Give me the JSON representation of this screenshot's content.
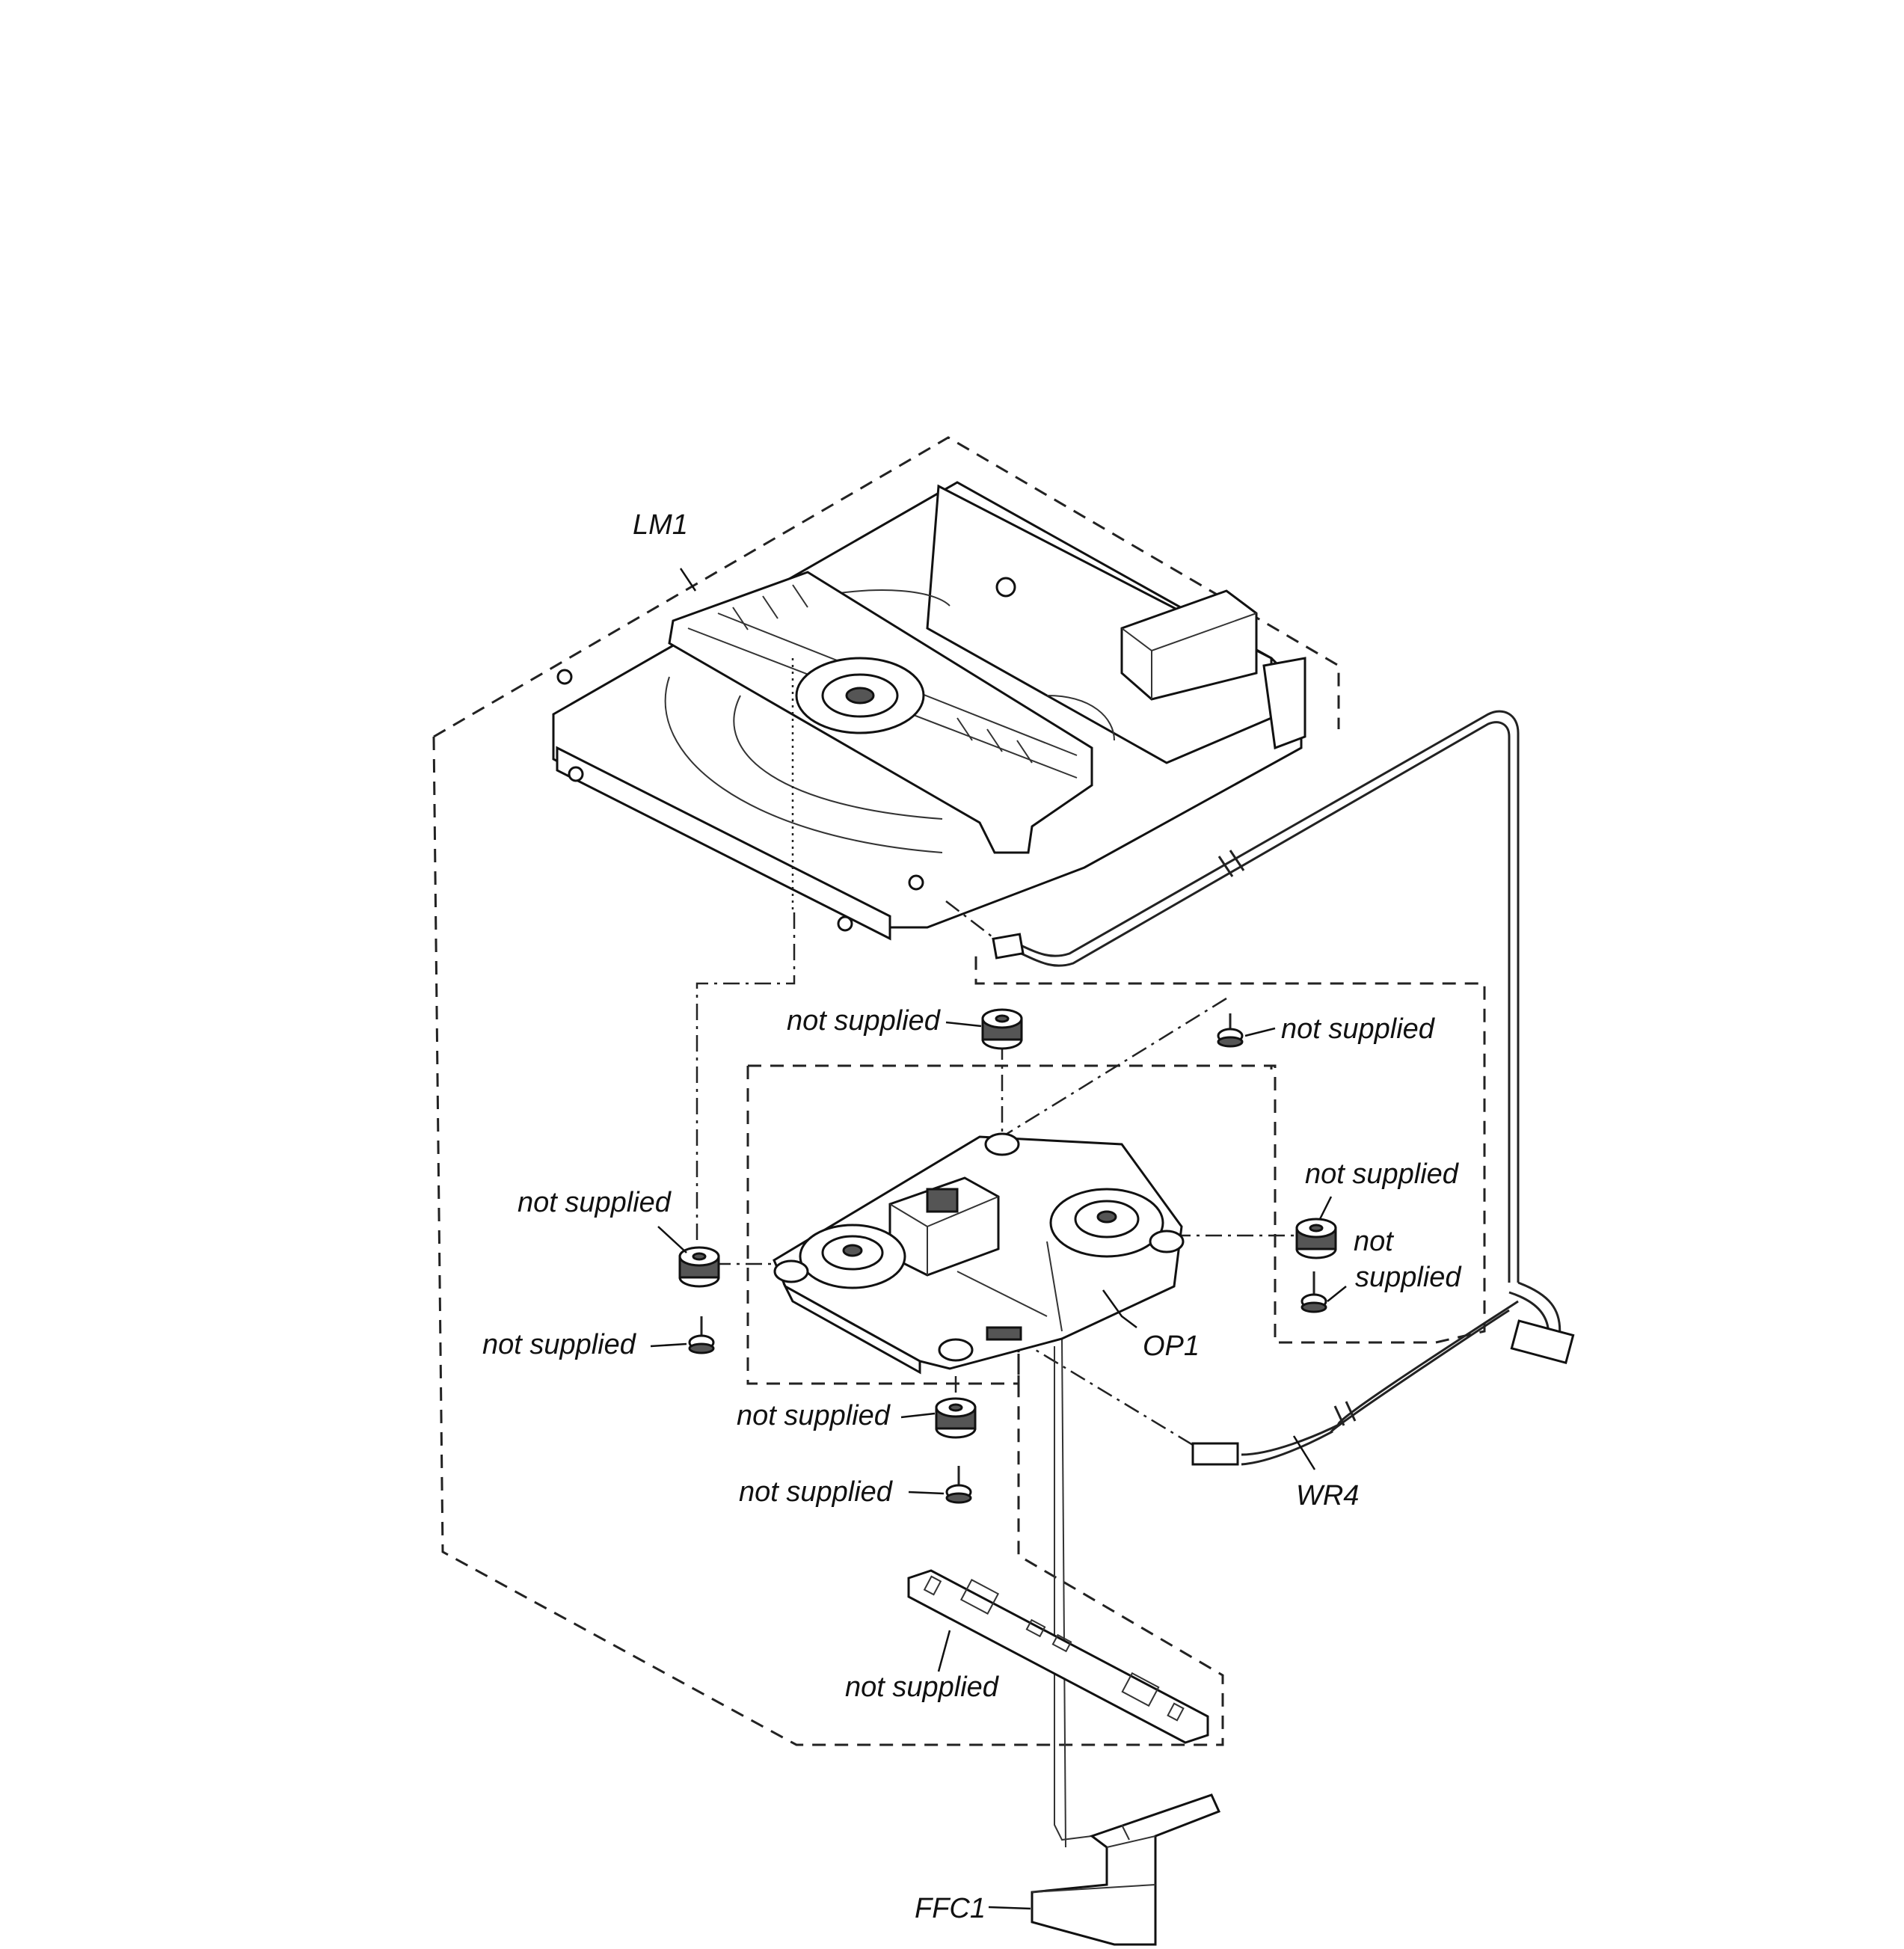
{
  "labels": {
    "lm1": "LM1",
    "op1": "OP1",
    "wr4": "WR4",
    "ffc1": "FFC1",
    "ns_top_cushion": "not supplied",
    "ns_top_screw": "not supplied",
    "ns_left_cushion": "not supplied",
    "ns_left_screw": "not supplied",
    "ns_right_cushion": "not supplied",
    "ns_right_screw_line1": "not",
    "ns_right_screw_line2": "supplied",
    "ns_bottom_cushion": "not supplied",
    "ns_bottom_screw": "not supplied",
    "ns_pcb": "not supplied"
  },
  "icons": {
    "loader": "dvd-loader-mechanism-drawing",
    "pickup": "optical-pickup-drawing",
    "cushion": "rubber-cushion-drawing",
    "screw": "screw-drawing",
    "harness": "wire-harness-drawing",
    "ffc": "flat-flex-cable-drawing",
    "pcb": "circuit-board-drawing"
  }
}
